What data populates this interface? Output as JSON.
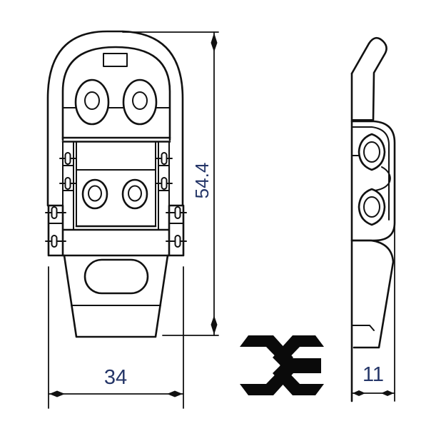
{
  "drawing": {
    "kind": "two-view latch technical drawing",
    "dimensions": {
      "height": "54.4",
      "width": "34",
      "depth": "11"
    },
    "colors": {
      "background": "#ffffff",
      "line": "#111111",
      "dimension_text": "#253668",
      "logo": "#0a0a0a"
    },
    "logo_icon": "x-brand-mark"
  }
}
